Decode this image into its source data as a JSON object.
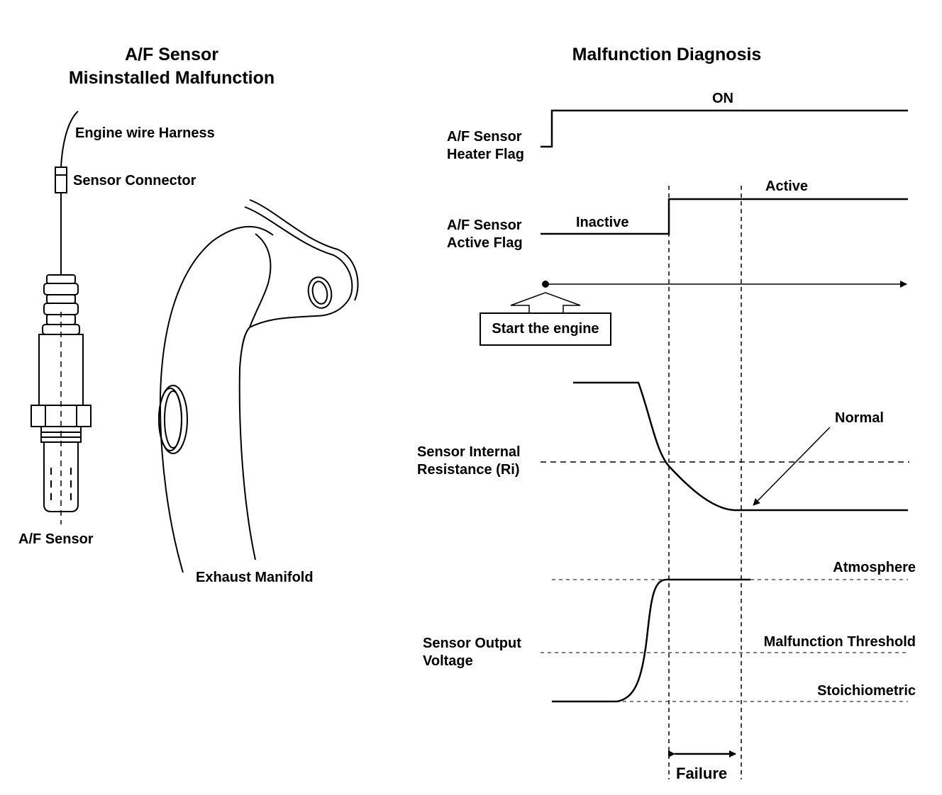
{
  "left_panel": {
    "title_line1": "A/F Sensor",
    "title_line2": "Misinstalled Malfunction",
    "labels": {
      "engine_wire_harness": "Engine wire Harness",
      "sensor_connector": "Sensor Connector",
      "af_sensor": "A/F Sensor",
      "exhaust_manifold": "Exhaust Manifold"
    }
  },
  "right_panel": {
    "title": "Malfunction Diagnosis",
    "heater_flag": {
      "line1": "A/F Sensor",
      "line2": "Heater Flag",
      "state_label": "ON"
    },
    "active_flag": {
      "line1": "A/F Sensor",
      "line2": "Active Flag",
      "before_label": "Inactive",
      "after_label": "Active"
    },
    "start_engine_label": "Start the engine",
    "resistance": {
      "line1": "Sensor Internal",
      "line2": "Resistance (Ri)",
      "curve_label": "Normal"
    },
    "voltage": {
      "line1": "Sensor Output",
      "line2": "Voltage",
      "levels": {
        "atmosphere": "Atmosphere",
        "threshold": "Malfunction Threshold",
        "stoichiometric": "Stoichiometric"
      }
    },
    "failure_label": "Failure"
  }
}
